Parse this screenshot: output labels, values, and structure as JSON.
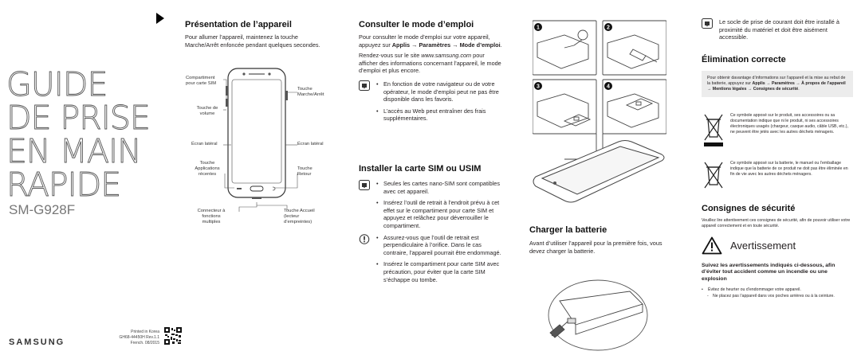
{
  "cover": {
    "guide": [
      "GUIDE",
      "DE PRISE",
      "EN MAIN",
      "RAPIDE"
    ],
    "model": "SM-G928F",
    "brand": "SAMSUNG",
    "printed": [
      "Printed in Korea",
      "GH68-44450H Rev.1.1",
      "French. 08/2015"
    ]
  },
  "presentation": {
    "title": "Présentation de l’appareil",
    "intro": "Pour allumer l’appareil, maintenez la touche Marche/Arrêt enfoncée pendant quelques secondes.",
    "labels": {
      "sim_tray": "Compartiment pour carte SIM",
      "power": "Touche Marche/Arrêt",
      "volume": "Touche de volume",
      "edge_left": "Écran latéral",
      "edge_right": "Écran latéral",
      "recent": "Touche Applications récentes",
      "back": "Touche Retour",
      "connector": "Connecteur à fonctions multiples",
      "home": "Touche Accueil (lecteur d’empreintes)"
    }
  },
  "manual": {
    "title": "Consulter le mode d’emploi",
    "p1_a": "Pour consulter le mode d’emploi sur votre appareil, appuyez sur ",
    "p1_b": "Applis",
    "p1_c": " → ",
    "p1_d": "Paramètres",
    "p1_e": " → ",
    "p1_f": "Mode d’emploi",
    "p1_g": ".",
    "p2_a": "Rendez-vous sur le site ",
    "p2_b": "www.samsung.com",
    "p2_c": " pour afficher des informations concernant l’appareil, le mode d’emploi et plus encore.",
    "bullets": [
      "En fonction de votre navigateur ou de votre opérateur, le mode d’emploi peut ne pas être disponible dans les favoris.",
      "L’accès au Web peut entraîner des frais supplémentaires."
    ]
  },
  "sim": {
    "title": "Installer la carte SIM ou USIM",
    "bullets1": [
      "Seules les cartes nano-SIM sont compatibles avec cet appareil.",
      "Insérez l’outil de retrait à l’endroit prévu à cet effet sur le compartiment pour carte SIM et appuyez et relâchez pour déverrouiller le compartiment."
    ],
    "bullets2": [
      "Assurez-vous que l’outil de retrait est perpendiculaire à l’orifice. Dans le cas contraire, l’appareil pourrait être endommagé.",
      "Insérez le compartiment pour carte SIM avec précaution, pour éviter que la carte SIM s’échappe ou tombe."
    ]
  },
  "steps": [
    "1",
    "2",
    "3",
    "4"
  ],
  "battery": {
    "title": "Charger la batterie",
    "text": "Avant d’utiliser l’appareil pour la première fois, vous devez charger la batterie."
  },
  "socket_note": "Le socle de prise de courant doit être installé à proximité du matériel et doit être aisément accessible.",
  "disposal": {
    "title": "Élimination correcte",
    "box_a": "Pour obtenir davantage d’informations sur l’appareil et la mise au rebut de la batterie, appuyez sur ",
    "box_b": "Applis",
    "box_c": " → ",
    "box_d": "Paramètres",
    "box_e": " → ",
    "box_f": "À propos de l’appareil",
    "box_g": " → ",
    "box_h": "Mentions légales",
    "box_i": " → ",
    "box_j": "Consignes de sécurité",
    "box_k": ".",
    "weee1": "Ce symbole apposé sur le produit, ses accessoires ou sa documentation indique que ni le produit, ni ses accessoires électroniques usagés (chargeur, casque audio, câble USB, etc.), ne peuvent être jetés avec les autres déchets ménagers.",
    "weee2": "Ce symbole apposé sur la batterie, le manuel ou l’emballage indique que la batterie de ce produit ne doit pas être éliminée en fin de vie avec les autres déchets ménagers."
  },
  "safety": {
    "title": "Consignes de sécurité",
    "text": "Veuillez lire attentivement ces consignes de sécurité, afin de pouvoir utiliser votre appareil correctement et en toute sécurité.",
    "warning": "Avertissement",
    "bold": "Suivez les avertissements indiqués ci-dessous, afin d’éviter tout accident comme un incendie ou une explosion",
    "bullet": "Évitez de heurter ou d’endommager votre appareil.",
    "sub": "Ne placez pas l’appareil dans vos poches arrières ou à la ceinture."
  }
}
